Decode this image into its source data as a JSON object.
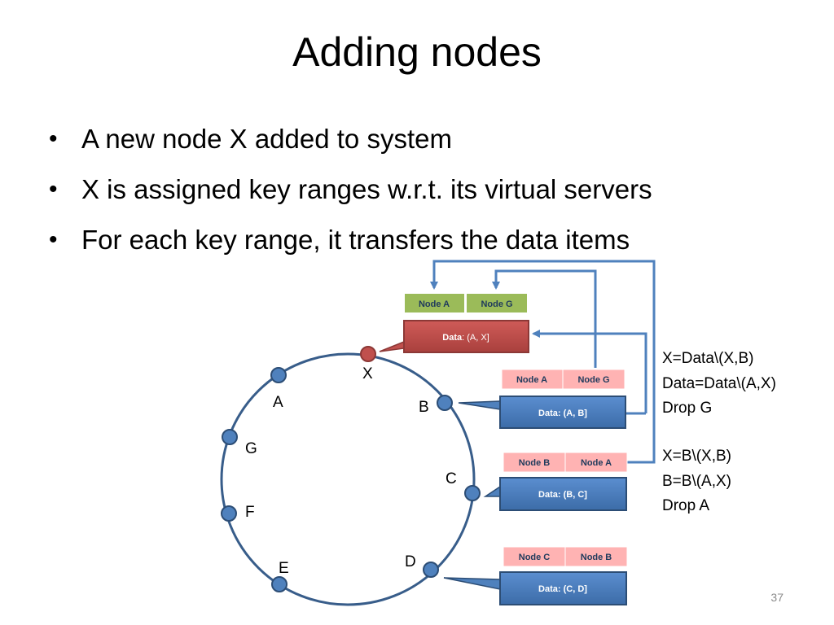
{
  "slide": {
    "title": "Adding nodes",
    "bullets": [
      "A new node X added to system",
      "X is assigned key ranges w.r.t. its virtual servers",
      "For each key range, it transfers the data items"
    ],
    "page_number": "37"
  },
  "ring": {
    "nodes": [
      {
        "id": "X",
        "label": "X",
        "color": "#c0504d"
      },
      {
        "id": "A",
        "label": "A",
        "color": "#4f81bd"
      },
      {
        "id": "B",
        "label": "B",
        "color": "#4f81bd"
      },
      {
        "id": "G",
        "label": "G",
        "color": "#4f81bd"
      },
      {
        "id": "C",
        "label": "C",
        "color": "#4f81bd"
      },
      {
        "id": "F",
        "label": "F",
        "color": "#4f81bd"
      },
      {
        "id": "D",
        "label": "D",
        "color": "#4f81bd"
      },
      {
        "id": "E",
        "label": "E",
        "color": "#4f81bd"
      }
    ]
  },
  "boxes": {
    "x_group": {
      "replicas": [
        "Node A",
        "Node G"
      ],
      "data_prefix": "Data",
      "data_range": ": (A, X]"
    },
    "b_group": {
      "replicas": [
        "Node A",
        "Node G"
      ],
      "data": "Data: (A, B]"
    },
    "c_group": {
      "replicas": [
        "Node B",
        "Node A"
      ],
      "data": "Data: (B, C]"
    },
    "d_group": {
      "replicas": [
        "Node C",
        "Node B"
      ],
      "data": "Data: (C, D]"
    }
  },
  "notes": {
    "top": [
      "X=Data\\(X,B)",
      "Data=Data\\(A,X)",
      "Drop G"
    ],
    "bottom": [
      "X=B\\(X,B)",
      "B=B\\(A,X)",
      "Drop A"
    ]
  },
  "colors": {
    "blue": "#4f81bd",
    "blue_dark": "#2c4d75",
    "red": "#c0504d",
    "red_dark": "#8c3836",
    "green": "#9bbb59",
    "pink": "#ffb3b3",
    "arrow": "#4f81bd"
  }
}
